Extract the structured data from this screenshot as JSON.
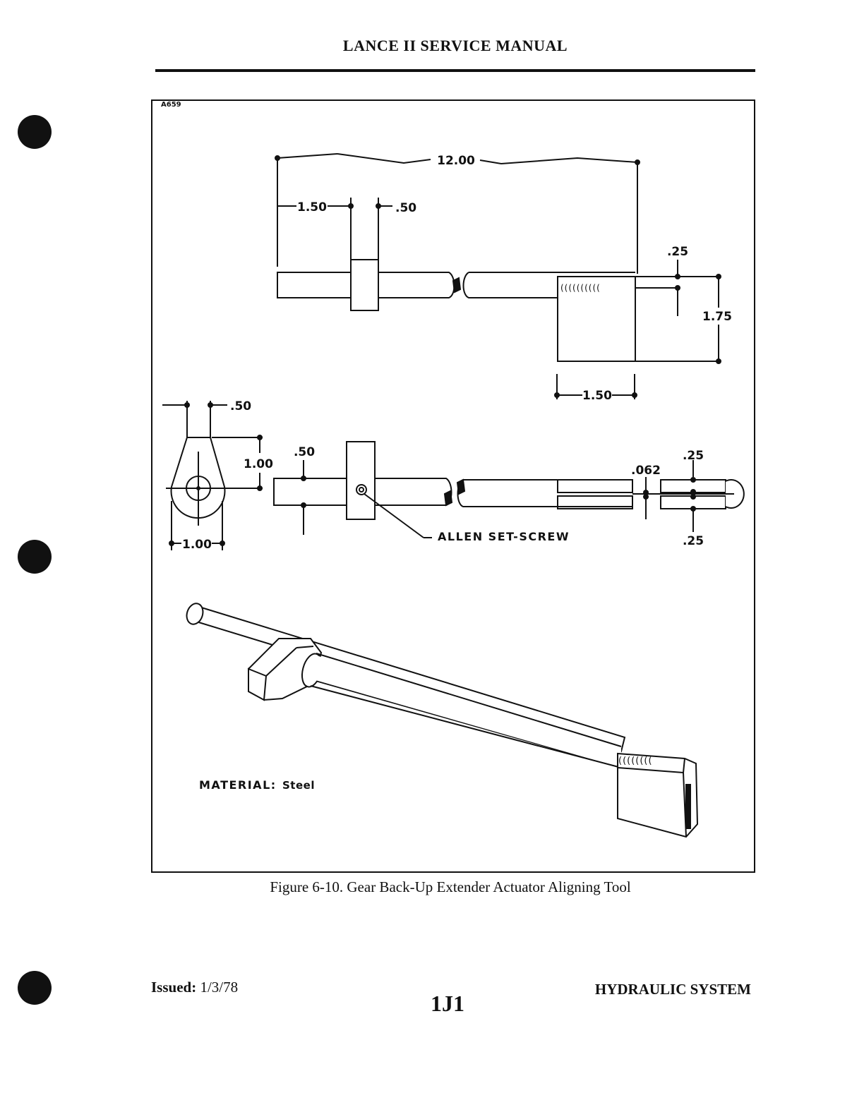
{
  "header": {
    "title": "LANCE II SERVICE MANUAL"
  },
  "figure": {
    "code": "A659",
    "dims": {
      "overall_length": "12.00",
      "collar_offset": "1.50",
      "collar_width": ".50",
      "end_width": "1.50",
      "end_height": "1.75",
      "end_top": ".25",
      "side_width": ".50",
      "side_height": "1.00",
      "side_base": "1.00",
      "rod_dia": ".50",
      "slot": ".062",
      "tine_top": ".25",
      "tine_bottom": ".25"
    },
    "labels": {
      "set_screw": "ALLEN SET-SCREW",
      "material_label": "MATERIAL:",
      "material_value": "Steel"
    },
    "caption": "Figure 6-10.  Gear Back-Up Extender Actuator Aligning Tool"
  },
  "footer": {
    "issued_label": "Issued:",
    "issued_date": "1/3/78",
    "page": "1J1",
    "section": "HYDRAULIC SYSTEM"
  }
}
